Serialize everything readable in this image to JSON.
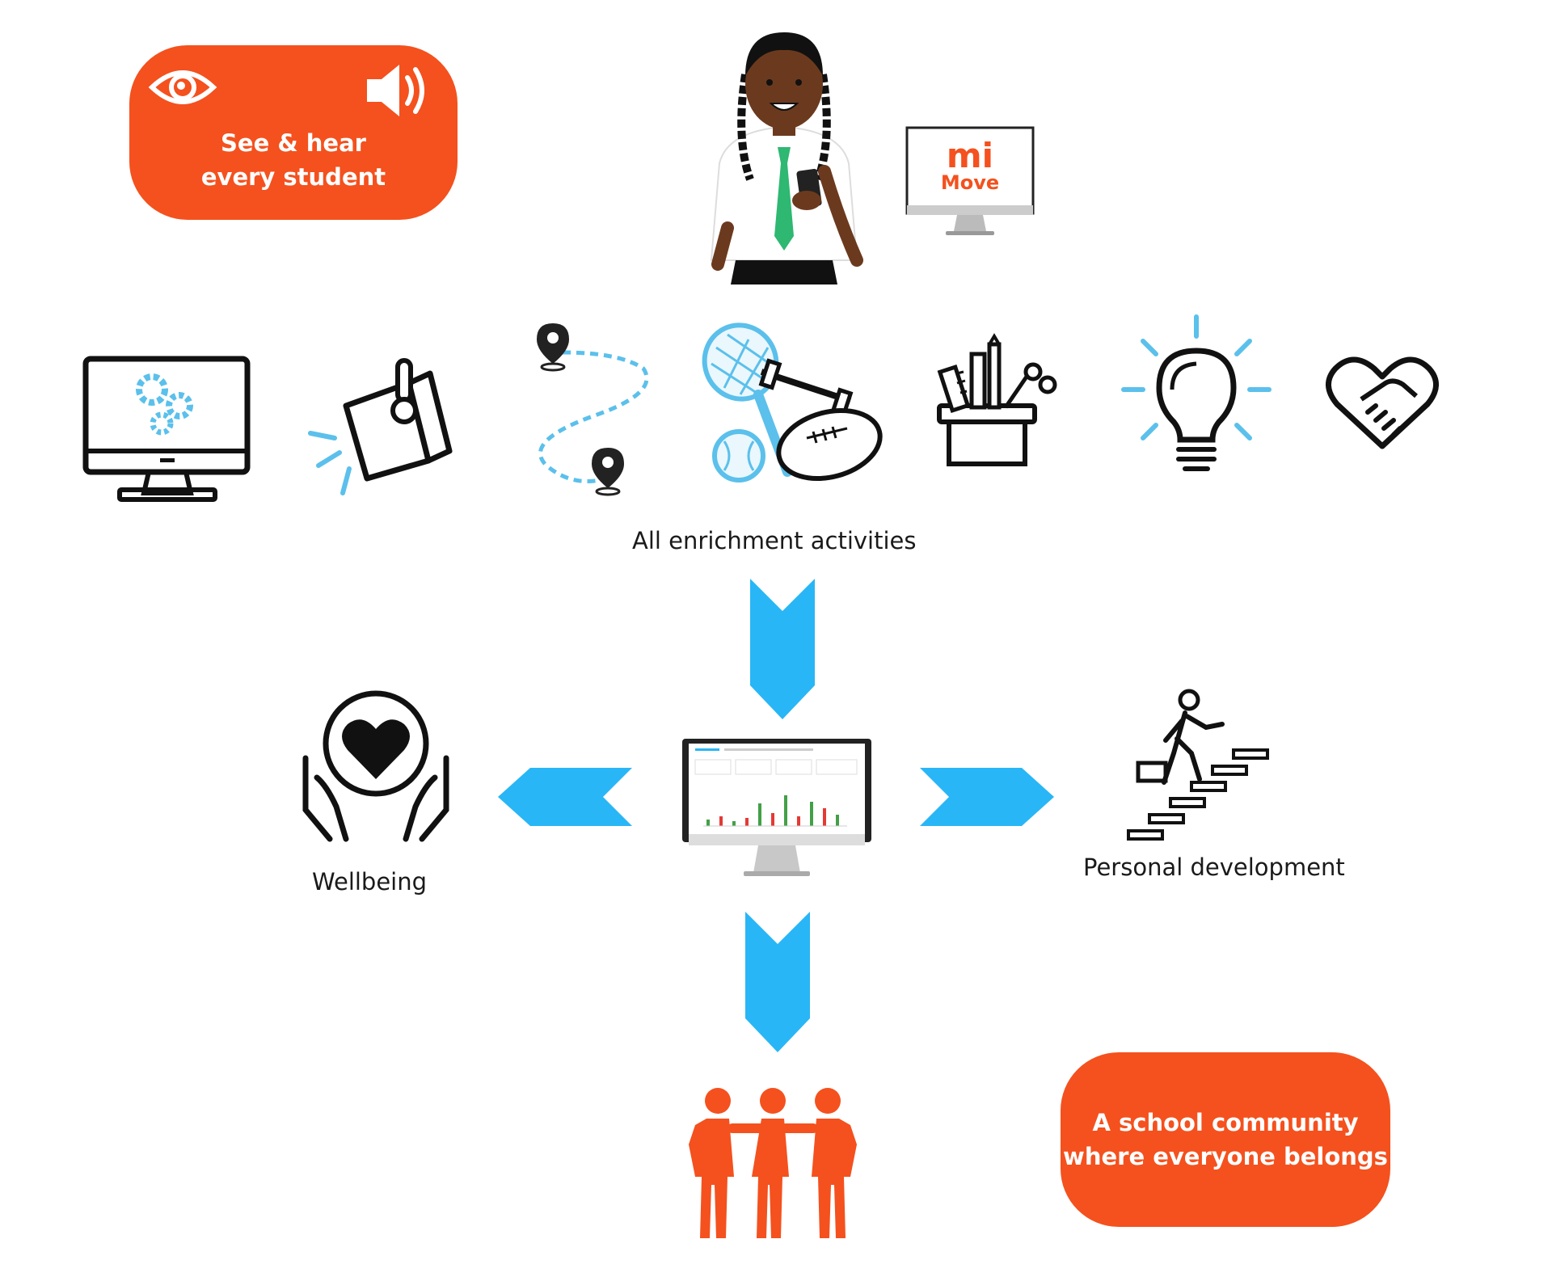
{
  "colors": {
    "orange": "#f4511e",
    "arrow": "#29b6f6",
    "icon_accent": "#5bc0eb",
    "icon_dark": "#111111",
    "tie_green": "#2eb872",
    "skin": "#6b3a1e"
  },
  "top_bubble": {
    "line1": "See & hear",
    "line2": "every student",
    "icons": [
      "eye-icon",
      "speaker-icon"
    ]
  },
  "brand": {
    "mi": "mi",
    "move": "Move"
  },
  "activities": {
    "caption": "All enrichment activities",
    "icons": [
      "computer-gears-icon",
      "megaphone-icon",
      "route-map-icon",
      "sports-equipment-icon",
      "art-supplies-icon",
      "lightbulb-icon",
      "handshake-heart-icon"
    ]
  },
  "outcomes": {
    "wellbeing": "Wellbeing",
    "personal_development": "Personal development"
  },
  "bottom_bubble": {
    "line1": "A school community",
    "line2": "where everyone belongs"
  },
  "community_icon": "people-group-icon"
}
